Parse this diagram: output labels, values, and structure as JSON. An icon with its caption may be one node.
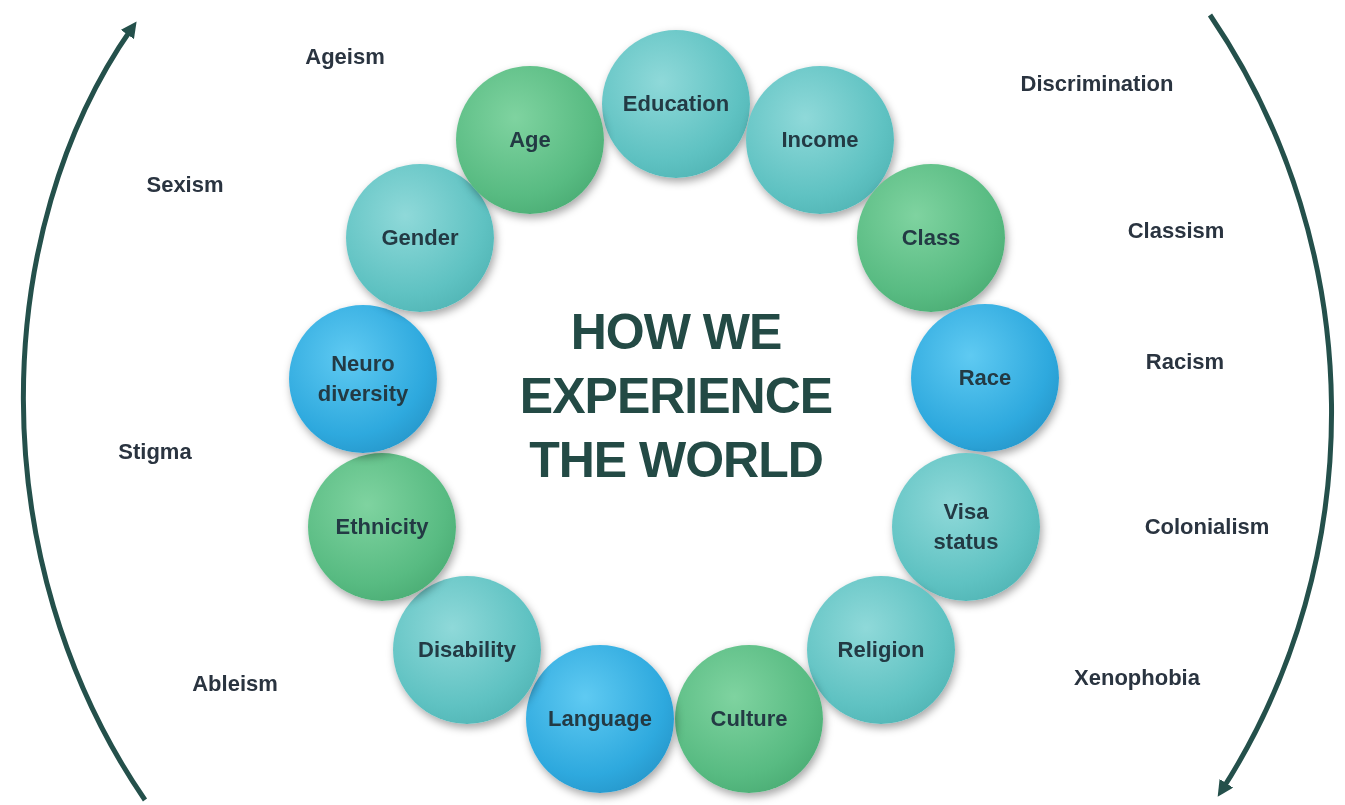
{
  "diagram": {
    "title": "HOW WE EXPERIENCE THE WORLD",
    "nodes": [
      {
        "text": [
          "Education"
        ]
      },
      {
        "text": [
          "Income"
        ]
      },
      {
        "text": [
          "Class"
        ]
      },
      {
        "text": [
          "Race"
        ]
      },
      {
        "text": [
          "Visa status"
        ]
      },
      {
        "text": [
          "Religion"
        ]
      },
      {
        "text": [
          "Culture"
        ]
      },
      {
        "text": [
          "Language"
        ]
      },
      {
        "text": [
          "Disability"
        ]
      },
      {
        "text": [
          "Ethnicity"
        ]
      },
      {
        "text": [
          "Neuro diversity"
        ]
      },
      {
        "text": [
          "Gender"
        ]
      },
      {
        "text": [
          "Age"
        ]
      }
    ],
    "edges": [],
    "labels": [
      "Ageism",
      "Discrimination",
      "Sexism",
      "Classism",
      "Racism",
      "Stigma",
      "Colonialism",
      "Ableism",
      "Xenophobia"
    ]
  }
}
